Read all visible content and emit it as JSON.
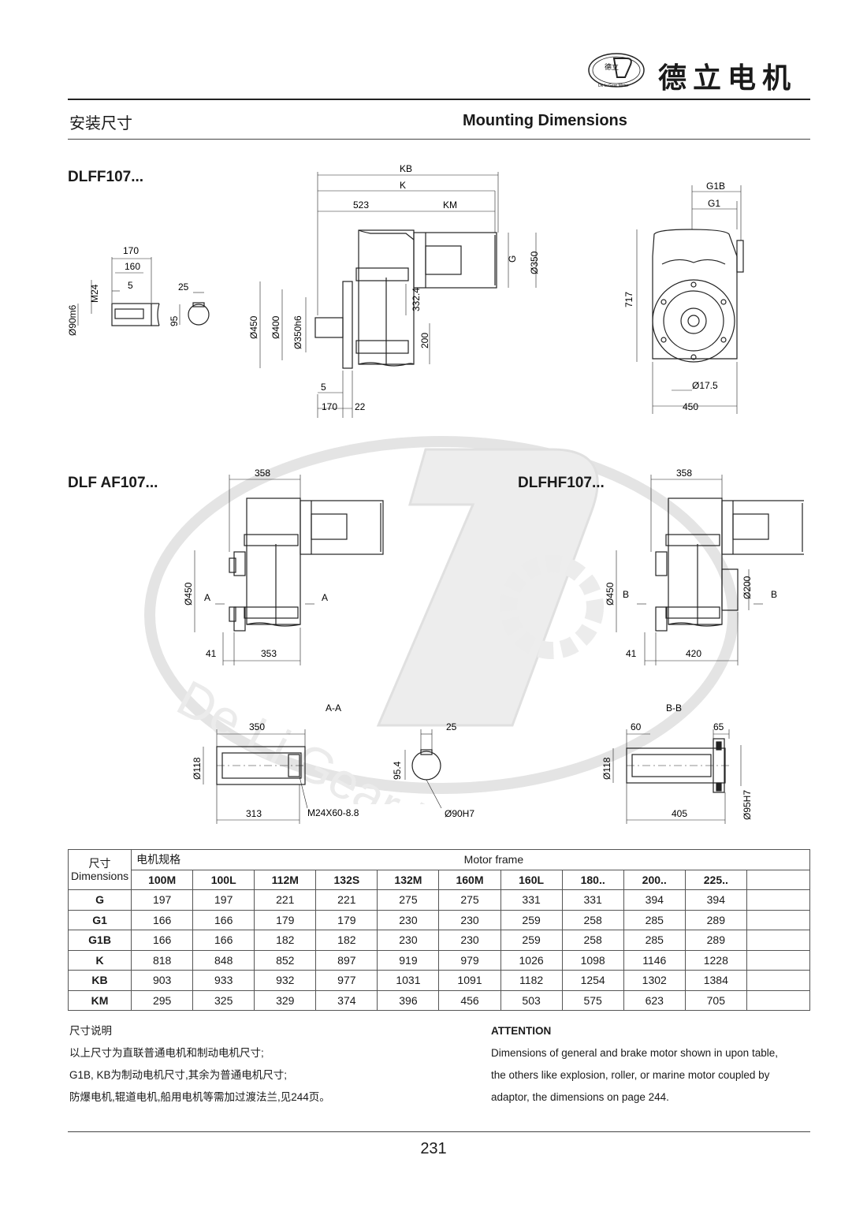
{
  "header": {
    "logo_small": "德立",
    "logo_ring_text": "De Li Gear Motor",
    "brand_cn": "德立电机",
    "section_cn": "安装尺寸",
    "section_en": "Mounting Dimensions"
  },
  "watermark": {
    "text": "De Li Gear Motor"
  },
  "models": {
    "ff": "DLFF107...",
    "faf": "DLF AF107...",
    "fhf": "DLFHF107..."
  },
  "drawing_ff": {
    "shaft_170": "170",
    "shaft_160": "160",
    "shaft_5": "5",
    "shaft_m24": "M24",
    "shaft_d90": "Ø90m6",
    "key_25": "25",
    "key_95": "95",
    "kb": "KB",
    "k": "K",
    "d523": "523",
    "km": "KM",
    "g": "G",
    "d350": "Ø350",
    "d332": "332.4",
    "d450": "Ø450",
    "d400": "Ø400",
    "d350h6": "Ø350h6",
    "d200": "200",
    "b5": "5",
    "b170": "170",
    "b22": "22",
    "g1b": "G1B",
    "g1": "G1",
    "h717": "717",
    "d17": "Ø17.5",
    "w450": "450"
  },
  "drawing_faf": {
    "w358": "358",
    "d450": "Ø450",
    "a_left": "A",
    "a_right": "A",
    "b41": "41",
    "b353": "353"
  },
  "drawing_fhf": {
    "w358": "358",
    "d450": "Ø450",
    "d200": "Ø200",
    "b_left": "B",
    "b_right": "B",
    "b41": "41",
    "b420": "420"
  },
  "section_aa": {
    "title": "A-A",
    "w350": "350",
    "d118": "Ø118",
    "w313": "313",
    "m24": "M24X60-8.8",
    "k25": "25",
    "k95": "95.4",
    "d90": "Ø90H7"
  },
  "section_bb": {
    "title": "B-B",
    "w60": "60",
    "w65": "65",
    "d118": "Ø118",
    "w405": "405",
    "d95": "Ø95H7"
  },
  "table": {
    "corner_cn": "尺寸",
    "corner_en": "Dimensions",
    "motor_cn": "电机规格",
    "motor_en": "Motor frame",
    "frames": [
      "100M",
      "100L",
      "112M",
      "132S",
      "132M",
      "160M",
      "160L",
      "180..",
      "200..",
      "225.."
    ],
    "rows": [
      {
        "name": "G",
        "values": [
          "197",
          "197",
          "221",
          "221",
          "275",
          "275",
          "331",
          "331",
          "394",
          "394"
        ]
      },
      {
        "name": "G1",
        "values": [
          "166",
          "166",
          "179",
          "179",
          "230",
          "230",
          "259",
          "258",
          "285",
          "289"
        ]
      },
      {
        "name": "G1B",
        "values": [
          "166",
          "166",
          "182",
          "182",
          "230",
          "230",
          "259",
          "258",
          "285",
          "289"
        ]
      },
      {
        "name": "K",
        "values": [
          "818",
          "848",
          "852",
          "897",
          "919",
          "979",
          "1026",
          "1098",
          "1146",
          "1228"
        ]
      },
      {
        "name": "KB",
        "values": [
          "903",
          "933",
          "932",
          "977",
          "1031",
          "1091",
          "1182",
          "1254",
          "1302",
          "1384"
        ]
      },
      {
        "name": "KM",
        "values": [
          "295",
          "325",
          "329",
          "374",
          "396",
          "456",
          "503",
          "575",
          "623",
          "705"
        ]
      }
    ]
  },
  "notes_cn": {
    "title": "尺寸说明",
    "lines": [
      "以上尺寸为直联普通电机和制动电机尺寸;",
      "G1B, KB为制动电机尺寸,其余为普通电机尺寸;",
      "防爆电机,辊道电机,船用电机等需加过渡法兰,见244页。"
    ]
  },
  "notes_en": {
    "title": "ATTENTION",
    "lines": [
      "Dimensions of general and brake motor shown in upon table,",
      "the others like explosion, roller, or marine motor coupled by",
      "adaptor, the dimensions on page 244."
    ]
  },
  "page_number": "231"
}
